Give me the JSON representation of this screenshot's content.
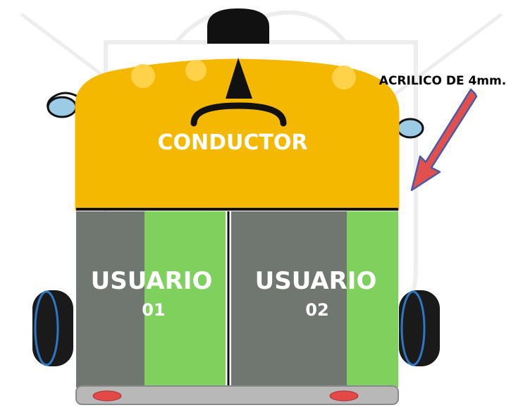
{
  "diagram": {
    "labels": {
      "cabin": "CONDUCTOR",
      "seat_left_line1": "USUARIO",
      "seat_left_line2": "01",
      "seat_right_line1": "USUARIO",
      "seat_right_line2": "02",
      "annotation": "ACRILICO DE 4mm."
    },
    "colors": {
      "background": "#ffffff",
      "watermark": "#ececec",
      "cabin_yellow": "#f5b800",
      "cabin_yellow_light": "#ffd24a",
      "outline": "#111111",
      "seat_gray": "#6f7770",
      "seat_gray_dark": "#555c56",
      "seat_green": "#7fd15d",
      "mirror_blue": "#9ccbe6",
      "wheel_black": "#1a1a1a",
      "wheel_blue": "#2d78c4",
      "beacon_black": "#111111",
      "bumper_gray": "#b8b8b8",
      "light_red": "#e24a48",
      "arrow_red": "#e0504c",
      "arrow_border": "#4a5aa8",
      "label_text": "#ffffff",
      "annotation_text": "#000000"
    },
    "icons": {
      "warning_light": "beacon-icon",
      "side_mirrors": "mirror-icon",
      "steering": "steering-wheel-icon",
      "wheels": "wheel-icon",
      "rear_lights": "tail-light-icon",
      "pointer": "arrow-icon"
    }
  }
}
